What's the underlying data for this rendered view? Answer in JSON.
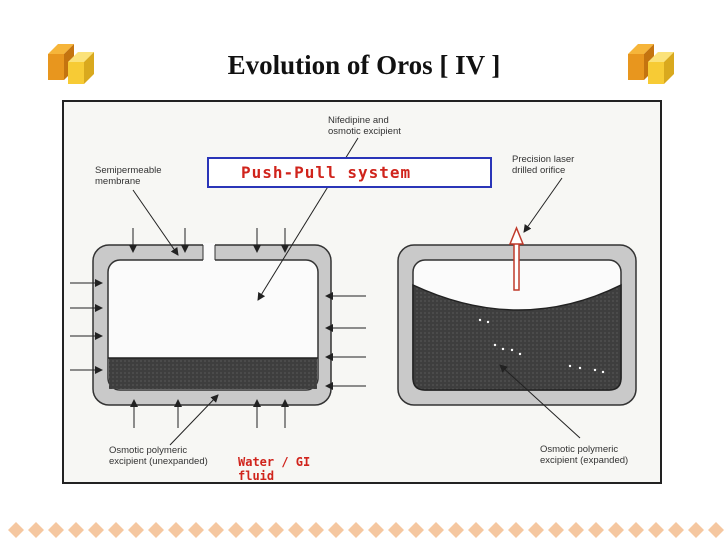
{
  "slide": {
    "title": "Evolution  of  Oros [ IV ]",
    "highlight_label": "Push-Pull  system",
    "water_label": "Water / GI fluid"
  },
  "labels": {
    "semipermeable": "Semipermeable\nmembrane",
    "nifedipine": "Nifedipine and\nosmotic excipient",
    "precision": "Precision laser\ndrilled orifice",
    "osmotic_unexpanded": "Osmotic polymeric\nexcipient (unexpanded)",
    "osmotic_expanded": "Osmotic polymeric\nexcipient (expanded)"
  },
  "colors": {
    "accent_red": "#d0241c",
    "box_blue": "#2a35b8",
    "cube_orange": "#e8961e",
    "cube_yellow": "#f7cb35",
    "footer_diamond": "#f5c7a0"
  },
  "icons": [
    "cube-icon-left",
    "cube-icon-right",
    "diamond-border"
  ]
}
